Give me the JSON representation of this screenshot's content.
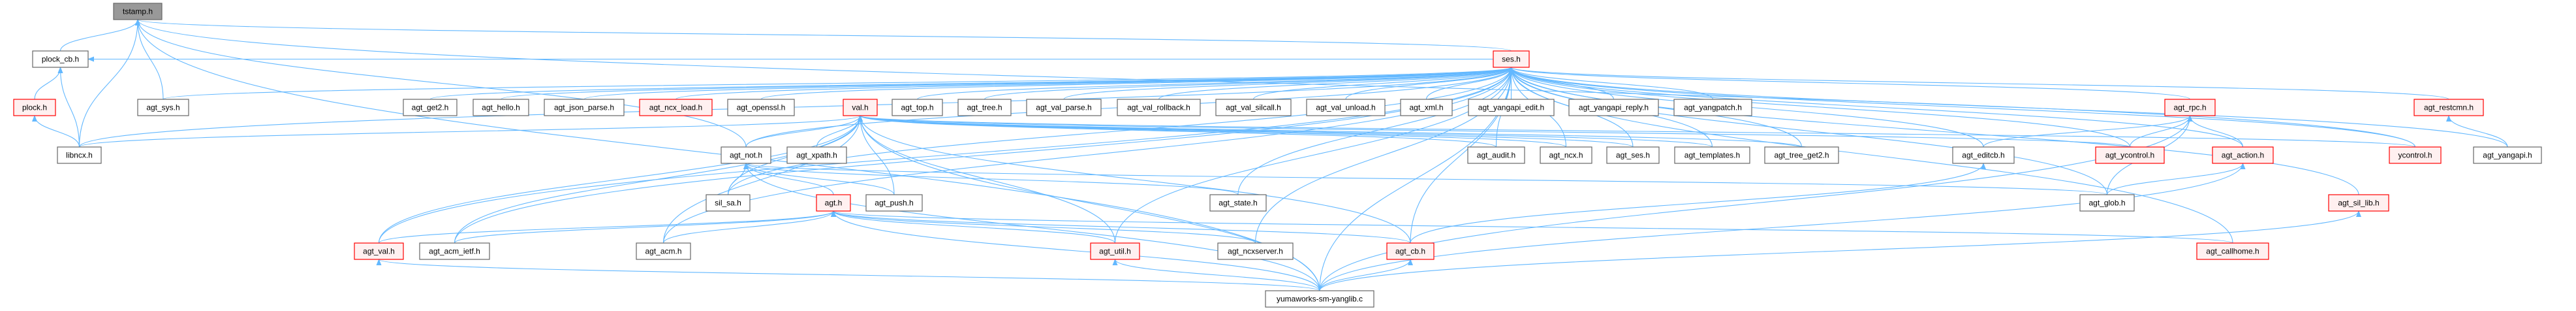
{
  "graph": {
    "title": "tstamp.h",
    "colors": {
      "edge": "#63b8ff",
      "red_border": "#ff0000",
      "red_fill": "#fff0f0",
      "normal_border": "#666666",
      "root_fill": "#999999"
    },
    "nodes": [
      {
        "id": "tstamp",
        "label": "tstamp.h",
        "style": "root"
      },
      {
        "id": "plock_cb",
        "label": "plock_cb.h",
        "style": "normal"
      },
      {
        "id": "ses",
        "label": "ses.h",
        "style": "red"
      },
      {
        "id": "plock",
        "label": "plock.h",
        "style": "red"
      },
      {
        "id": "agt_sys",
        "label": "agt_sys.h",
        "style": "normal"
      },
      {
        "id": "agt_get2",
        "label": "agt_get2.h",
        "style": "normal"
      },
      {
        "id": "agt_hello",
        "label": "agt_hello.h",
        "style": "normal"
      },
      {
        "id": "agt_json_parse",
        "label": "agt_json_parse.h",
        "style": "normal"
      },
      {
        "id": "agt_ncx_load",
        "label": "agt_ncx_load.h",
        "style": "red"
      },
      {
        "id": "agt_openssl",
        "label": "agt_openssl.h",
        "style": "normal"
      },
      {
        "id": "val",
        "label": "val.h",
        "style": "red"
      },
      {
        "id": "agt_top",
        "label": "agt_top.h",
        "style": "normal"
      },
      {
        "id": "agt_tree",
        "label": "agt_tree.h",
        "style": "normal"
      },
      {
        "id": "agt_val_parse",
        "label": "agt_val_parse.h",
        "style": "normal"
      },
      {
        "id": "agt_val_rollback",
        "label": "agt_val_rollback.h",
        "style": "normal"
      },
      {
        "id": "agt_val_silcall",
        "label": "agt_val_silcall.h",
        "style": "normal"
      },
      {
        "id": "agt_val_unload",
        "label": "agt_val_unload.h",
        "style": "normal"
      },
      {
        "id": "agt_xml",
        "label": "agt_xml.h",
        "style": "normal"
      },
      {
        "id": "agt_yangapi_edit",
        "label": "agt_yangapi_edit.h",
        "style": "normal"
      },
      {
        "id": "agt_yangapi_reply",
        "label": "agt_yangapi_reply.h",
        "style": "normal"
      },
      {
        "id": "agt_yangpatch",
        "label": "agt_yangpatch.h",
        "style": "normal"
      },
      {
        "id": "agt_rpc",
        "label": "agt_rpc.h",
        "style": "red"
      },
      {
        "id": "agt_restcmn",
        "label": "agt_restcmn.h",
        "style": "red"
      },
      {
        "id": "libncx",
        "label": "libncx.h",
        "style": "normal"
      },
      {
        "id": "agt_not",
        "label": "agt_not.h",
        "style": "normal"
      },
      {
        "id": "agt_xpath",
        "label": "agt_xpath.h",
        "style": "normal"
      },
      {
        "id": "agt_audit",
        "label": "agt_audit.h",
        "style": "normal"
      },
      {
        "id": "agt_ncx",
        "label": "agt_ncx.h",
        "style": "normal"
      },
      {
        "id": "agt_ses",
        "label": "agt_ses.h",
        "style": "normal"
      },
      {
        "id": "agt_templates",
        "label": "agt_templates.h",
        "style": "normal"
      },
      {
        "id": "agt_tree_get2",
        "label": "agt_tree_get2.h",
        "style": "normal"
      },
      {
        "id": "agt_editcb",
        "label": "agt_editcb.h",
        "style": "normal"
      },
      {
        "id": "agt_ycontrol",
        "label": "agt_ycontrol.h",
        "style": "red"
      },
      {
        "id": "agt_action",
        "label": "agt_action.h",
        "style": "red"
      },
      {
        "id": "ycontrol",
        "label": "ycontrol.h",
        "style": "red"
      },
      {
        "id": "agt_yangapi",
        "label": "agt_yangapi.h",
        "style": "normal"
      },
      {
        "id": "sil_sa",
        "label": "sil_sa.h",
        "style": "normal"
      },
      {
        "id": "agt",
        "label": "agt.h",
        "style": "red"
      },
      {
        "id": "agt_push",
        "label": "agt_push.h",
        "style": "normal"
      },
      {
        "id": "agt_state",
        "label": "agt_state.h",
        "style": "normal"
      },
      {
        "id": "agt_glob",
        "label": "agt_glob.h",
        "style": "normal"
      },
      {
        "id": "agt_sil_lib",
        "label": "agt_sil_lib.h",
        "style": "red"
      },
      {
        "id": "agt_val",
        "label": "agt_val.h",
        "style": "red"
      },
      {
        "id": "agt_acm_ietf",
        "label": "agt_acm_ietf.h",
        "style": "normal"
      },
      {
        "id": "agt_acm",
        "label": "agt_acm.h",
        "style": "normal"
      },
      {
        "id": "agt_util",
        "label": "agt_util.h",
        "style": "red"
      },
      {
        "id": "agt_ncxserver",
        "label": "agt_ncxserver.h",
        "style": "normal"
      },
      {
        "id": "agt_cb",
        "label": "agt_cb.h",
        "style": "red"
      },
      {
        "id": "agt_callhome",
        "label": "agt_callhome.h",
        "style": "red"
      },
      {
        "id": "yumaworks",
        "label": "yumaworks-sm-yanglib.c",
        "style": "normal"
      }
    ],
    "edges": [
      [
        "plock_cb",
        "tstamp"
      ],
      [
        "agt_sys",
        "tstamp"
      ],
      [
        "libncx",
        "tstamp"
      ],
      [
        "agt_not",
        "tstamp"
      ],
      [
        "ses",
        "tstamp"
      ],
      [
        "yumaworks",
        "tstamp"
      ],
      [
        "ycontrol",
        "tstamp"
      ],
      [
        "plock",
        "plock_cb"
      ],
      [
        "libncx",
        "plock_cb"
      ],
      [
        "ses",
        "plock_cb"
      ],
      [
        "libncx",
        "plock"
      ],
      [
        "agt_sys",
        "ses"
      ],
      [
        "libncx",
        "ses"
      ],
      [
        "agt_get2",
        "ses"
      ],
      [
        "agt_hello",
        "ses"
      ],
      [
        "agt_json_parse",
        "ses"
      ],
      [
        "agt_ncx_load",
        "ses"
      ],
      [
        "agt_openssl",
        "ses"
      ],
      [
        "agt_top",
        "ses"
      ],
      [
        "agt_tree",
        "ses"
      ],
      [
        "agt_val_parse",
        "ses"
      ],
      [
        "agt_val_rollback",
        "ses"
      ],
      [
        "agt_val_silcall",
        "ses"
      ],
      [
        "agt_val_unload",
        "ses"
      ],
      [
        "agt_xml",
        "ses"
      ],
      [
        "agt_yangapi_edit",
        "ses"
      ],
      [
        "agt_yangapi_reply",
        "ses"
      ],
      [
        "agt_yangpatch",
        "ses"
      ],
      [
        "agt_audit",
        "ses"
      ],
      [
        "agt_ncx",
        "ses"
      ],
      [
        "agt_ses",
        "ses"
      ],
      [
        "agt_templates",
        "ses"
      ],
      [
        "agt_tree_get2",
        "ses"
      ],
      [
        "agt_rpc",
        "ses"
      ],
      [
        "agt_editcb",
        "ses"
      ],
      [
        "agt_ycontrol",
        "ses"
      ],
      [
        "agt_action",
        "ses"
      ],
      [
        "agt_glob",
        "ses"
      ],
      [
        "agt_callhome",
        "ses"
      ],
      [
        "agt_restcmn",
        "ses"
      ],
      [
        "ycontrol",
        "ses"
      ],
      [
        "agt_yangapi",
        "ses"
      ],
      [
        "agt_sil_lib",
        "ses"
      ],
      [
        "yumaworks",
        "ses"
      ],
      [
        "agt_val",
        "ses"
      ],
      [
        "agt_acm_ietf",
        "ses"
      ],
      [
        "agt_acm",
        "ses"
      ],
      [
        "agt_util",
        "ses"
      ],
      [
        "agt_cb",
        "ses"
      ],
      [
        "agt_ncxserver",
        "ses"
      ],
      [
        "agt_not",
        "ses"
      ],
      [
        "sil_sa",
        "ses"
      ],
      [
        "agt_state",
        "ses"
      ],
      [
        "agt_not",
        "val"
      ],
      [
        "agt_xpath",
        "val"
      ],
      [
        "agt_push",
        "val"
      ],
      [
        "sil_sa",
        "val"
      ],
      [
        "agt_acm",
        "val"
      ],
      [
        "agt_val",
        "val"
      ],
      [
        "agt_acm_ietf",
        "val"
      ],
      [
        "agt_util",
        "val"
      ],
      [
        "agt_cb",
        "val"
      ],
      [
        "libncx",
        "val"
      ],
      [
        "yumaworks",
        "val"
      ],
      [
        "agt_audit",
        "val"
      ],
      [
        "agt_ncx",
        "val"
      ],
      [
        "agt_ses",
        "val"
      ],
      [
        "agt_templates",
        "val"
      ],
      [
        "agt_tree_get2",
        "val"
      ],
      [
        "agt_ycontrol",
        "val"
      ],
      [
        "ycontrol",
        "val"
      ],
      [
        "sil_sa",
        "agt_not"
      ],
      [
        "agt",
        "agt_not"
      ],
      [
        "agt_push",
        "agt_not"
      ],
      [
        "agt_state",
        "agt_not"
      ],
      [
        "yumaworks",
        "agt_not"
      ],
      [
        "agt_glob",
        "agt_not"
      ],
      [
        "agt_val",
        "agt"
      ],
      [
        "agt_acm_ietf",
        "agt"
      ],
      [
        "agt_acm",
        "agt"
      ],
      [
        "agt_util",
        "agt"
      ],
      [
        "agt_ncxserver",
        "agt"
      ],
      [
        "agt_cb",
        "agt"
      ],
      [
        "agt_callhome",
        "agt"
      ],
      [
        "yumaworks",
        "agt"
      ],
      [
        "agt_editcb",
        "agt_rpc"
      ],
      [
        "agt_ycontrol",
        "agt_rpc"
      ],
      [
        "agt_action",
        "agt_rpc"
      ],
      [
        "agt_glob",
        "agt_rpc"
      ],
      [
        "yumaworks",
        "agt_rpc"
      ],
      [
        "agt_glob",
        "agt_action"
      ],
      [
        "yumaworks",
        "agt_action"
      ],
      [
        "agt_cb",
        "agt_editcb"
      ],
      [
        "agt_yangapi",
        "agt_restcmn"
      ],
      [
        "yumaworks",
        "agt_sil_lib"
      ],
      [
        "yumaworks",
        "agt_util"
      ],
      [
        "yumaworks",
        "agt_cb"
      ],
      [
        "yumaworks",
        "agt_val"
      ]
    ]
  }
}
